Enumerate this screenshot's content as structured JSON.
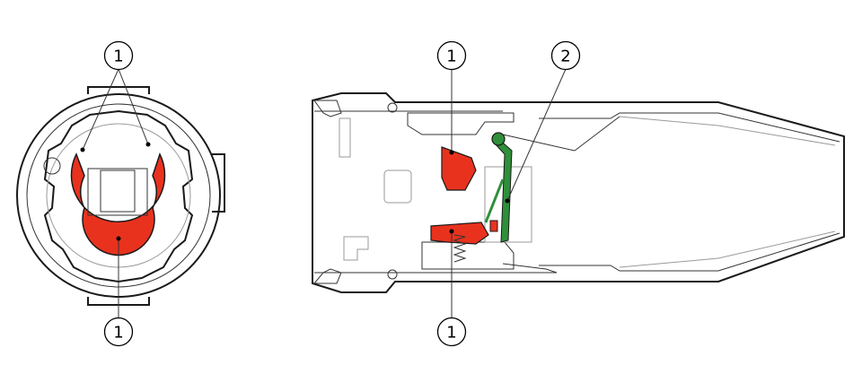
{
  "figure": {
    "background": "#ffffff",
    "highlight_red": "#e8321e",
    "highlight_green": "#2f8f3a",
    "callouts": [
      {
        "id": "left-top",
        "label": "1"
      },
      {
        "id": "left-bottom",
        "label": "1"
      },
      {
        "id": "right-top",
        "label": "1"
      },
      {
        "id": "right-spring",
        "label": "2"
      },
      {
        "id": "right-bottom",
        "label": "1"
      }
    ]
  }
}
